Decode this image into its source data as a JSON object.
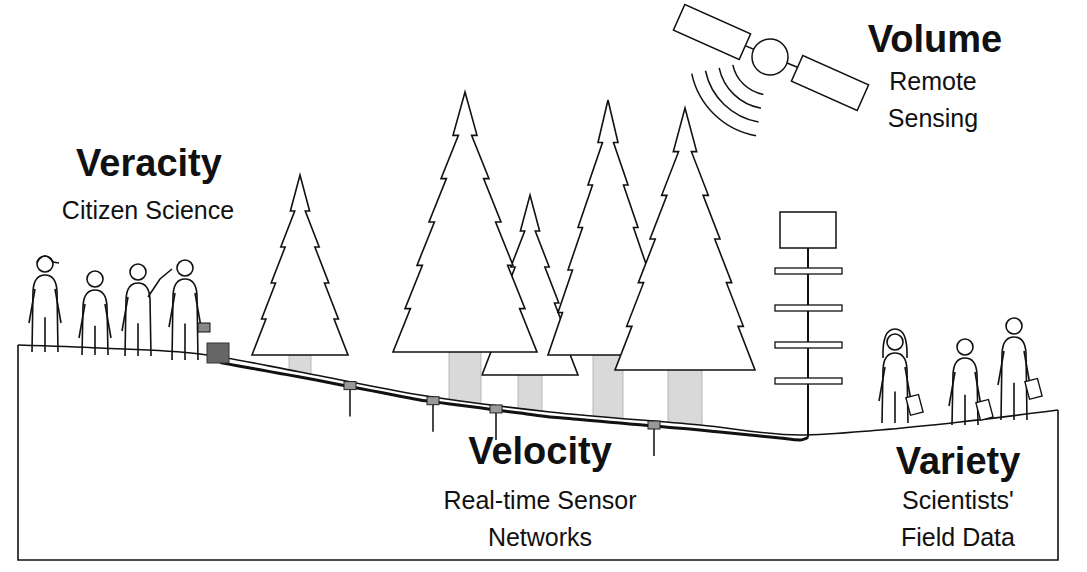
{
  "diagram": {
    "labels": [
      "Volume",
      "Remote Sensing",
      "Veracity",
      "Citizen Science",
      "Velocity",
      "Real-time Sensor Networks",
      "Variety",
      "Scientists' Field Data"
    ]
  }
}
